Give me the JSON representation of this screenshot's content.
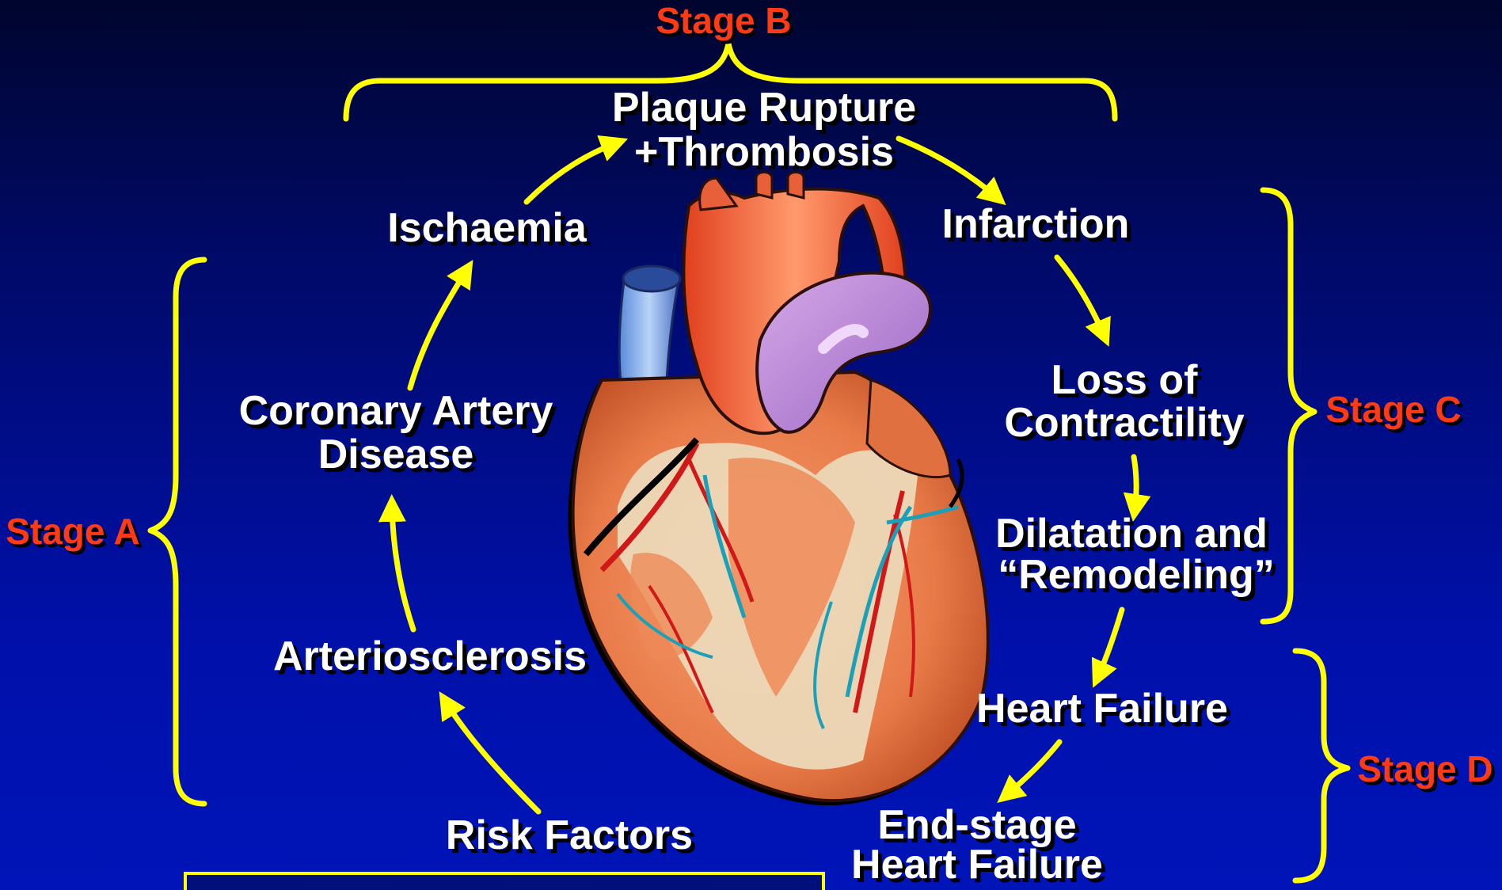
{
  "colors": {
    "arrow": "#ffff00",
    "brace": "#ffff00",
    "stage_label": "#ff3a14",
    "node_text": "#ffffff",
    "box_border": "#ffff00",
    "box_text": "#ffff66"
  },
  "nodes": {
    "plaque_rupture_line1": "Plaque Rupture",
    "plaque_rupture_line2": "+Thrombosis",
    "ischaemia": "Ischaemia",
    "infarction": "Infarction",
    "coronary_line1": "Coronary Artery",
    "coronary_line2": "Disease",
    "loss_line1": "Loss of",
    "loss_line2": "Contractility",
    "dilatation_line1": "Dilatation and",
    "dilatation_line2": "“Remodeling”",
    "arteriosclerosis": "Arteriosclerosis",
    "heart_failure": "Heart Failure",
    "risk_factors": "Risk Factors",
    "end_stage_line1": "End-stage",
    "end_stage_line2": "Heart Failure"
  },
  "stages": {
    "a": "Stage A",
    "b": "Stage B",
    "c": "Stage C",
    "d": "Stage D"
  },
  "illustration": {
    "icon": "heart-illustration-icon"
  }
}
